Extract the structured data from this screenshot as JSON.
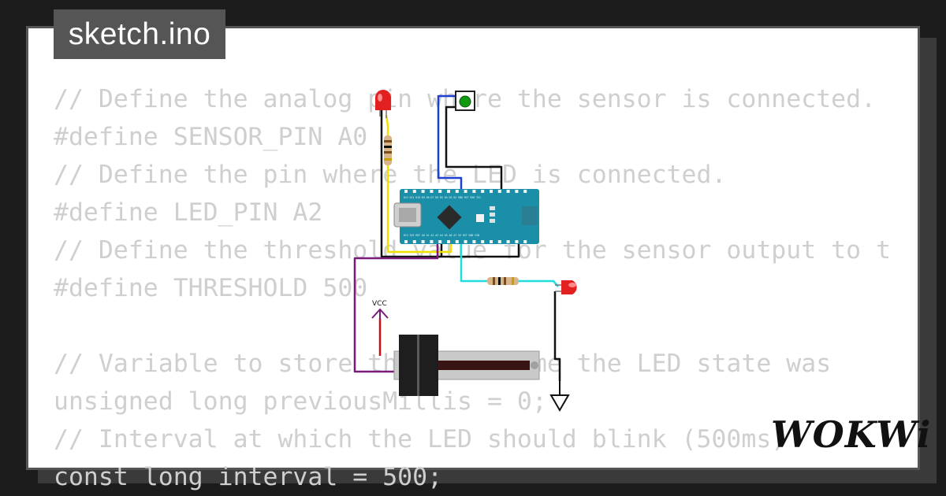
{
  "file_tab": {
    "label": "sketch.ino"
  },
  "code_lines": [
    "// Define the analog pin where the sensor is connected.",
    "#define SENSOR_PIN A0",
    "// Define the pin where the LED is connected.",
    "#define LED_PIN A2",
    "// Define the threshold value for the sensor output to t",
    "#define THRESHOLD 500",
    "",
    "// Variable to store the last time the LED state was",
    "unsigned long previousMillis = 0;",
    "// Interval at which the LED should blink (500ms)",
    "const long interval = 500;"
  ],
  "circuit": {
    "vcc_label": "VCC",
    "board_pin_rows": {
      "top": "D12 D11 D10 D9 D8 D7 D6 D5 D4 D3 D2 GND RST RX0 TX1",
      "bottom": "D13 3V3 REF A0 A1 A2 A3 A4 A5 A6 A7 5V RST GND VIN"
    }
  },
  "logo": {
    "text": "WOKWi"
  },
  "colors": {
    "background": "#1c1c1c",
    "card": "#ffffff",
    "tab": "#555555",
    "code_text": "#cfcfcf",
    "board": "#1b8fa8",
    "wire_blue": "#1f3fd0",
    "wire_yellow": "#f0e000",
    "wire_purple": "#7a1a7a",
    "wire_cyan": "#22dddd",
    "wire_red": "#cc1111",
    "led_red": "#e32020",
    "button_green": "#119911"
  }
}
